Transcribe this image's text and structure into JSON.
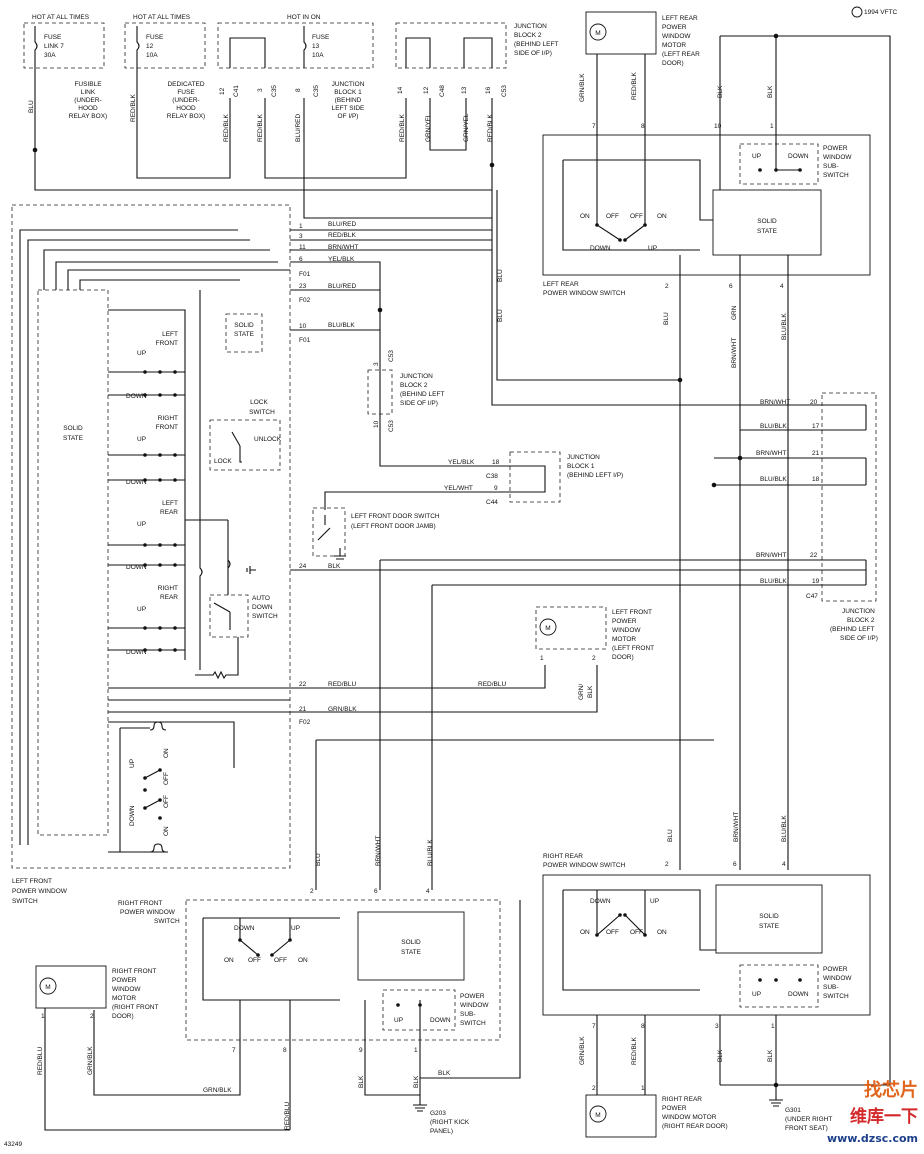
{
  "header": {
    "hot_at_all_times_1": "HOT AT ALL TIMES",
    "hot_at_all_times_2": "HOT AT ALL TIMES",
    "hot_in_on": "HOT IN ON",
    "copyright": "1994 VFTC"
  },
  "fuses": {
    "fl7": {
      "line1": "FUSE",
      "line2": "LINK 7",
      "line3": "30A",
      "desc": [
        "FUSIBLE",
        "LINK",
        "(UNDER-",
        "HOOD",
        "RELAY BOX)"
      ]
    },
    "f12": {
      "line1": "FUSE",
      "line2": "12",
      "line3": "10A",
      "desc": [
        "DEDICATED",
        "FUSE",
        "(UNDER-",
        "HOOD",
        "RELAY BOX)"
      ]
    },
    "f13": {
      "line1": "FUSE",
      "line2": "13",
      "line3": "10A"
    },
    "jb1_top": [
      "JUNCTION",
      "BLOCK 1",
      "(BEHIND",
      "LEFT SIDE",
      "OF I/P)"
    ],
    "jb2_top": [
      "JUNCTION",
      "BLOCK 2",
      "(BEHIND LEFT",
      "SIDE OF I/P)"
    ]
  },
  "top_connectors": {
    "c41": "C41",
    "c35a": "C35",
    "c35b": "C35",
    "c48": "C48",
    "c53": "C53",
    "pins": [
      "12",
      "3",
      "8",
      "14",
      "12",
      "13",
      "16"
    ],
    "wire_labels": [
      "BLU",
      "RED/BLK",
      "RED/BLK",
      "RED/BLK",
      "BLU/RED",
      "RED/BLK",
      "GRN/YEL",
      "GRN/YEL",
      "RED/BLK"
    ]
  },
  "left_front_switch": {
    "title": [
      "LEFT FRONT",
      "POWER WINDOW",
      "SWITCH"
    ],
    "solid_state": [
      "SOLID",
      "STATE"
    ],
    "solid_state_small": [
      "SOLID",
      "STATE"
    ],
    "groups": [
      {
        "name": [
          "LEFT",
          "FRONT"
        ],
        "up": "UP",
        "down": "DOWN"
      },
      {
        "name": [
          "RIGHT",
          "FRONT"
        ],
        "up": "UP",
        "down": "DOWN"
      },
      {
        "name": [
          "LEFT",
          "REAR"
        ],
        "up": "UP",
        "down": "DOWN"
      },
      {
        "name": [
          "RIGHT",
          "REAR"
        ],
        "up": "UP",
        "down": "DOWN"
      }
    ],
    "lock_switch": {
      "title": [
        "LOCK",
        "SWITCH"
      ],
      "unlock": "UNLOCK",
      "lock": "LOCK"
    },
    "auto_down": [
      "AUTO",
      "DOWN",
      "SWITCH"
    ],
    "main_sw": {
      "up": "UP",
      "down": "DOWN",
      "on1": "ON",
      "off1": "OFF",
      "off2": "OFF",
      "on2": "ON"
    },
    "pins": [
      {
        "pin": "1",
        "color": "BLU/RED"
      },
      {
        "pin": "3",
        "color": "RED/BLK"
      },
      {
        "pin": "11",
        "color": "BRN/WHT"
      },
      {
        "pin": "6",
        "color": "YEL/BLK"
      },
      {
        "pin": "23",
        "color": "BLU/RED"
      },
      {
        "pin": "10",
        "color": "BLU/BLK"
      },
      {
        "pin": "24",
        "color": "BLK"
      },
      {
        "pin": "22",
        "color": "RED/BLU"
      },
      {
        "pin": "21",
        "color": "GRN/BLK"
      }
    ],
    "connectors": [
      "F01",
      "F02",
      "F01",
      "F02"
    ]
  },
  "jb2_mid": {
    "label": [
      "JUNCTION",
      "BLOCK 2",
      "(BEHIND LEFT",
      "SIDE OF I/P)"
    ],
    "pin3": "3",
    "pin10": "10",
    "c53a": "C53",
    "c53b": "C53"
  },
  "jb1_mid": {
    "label": [
      "JUNCTION",
      "BLOCK 1",
      "(BEHIND LEFT I/P)"
    ],
    "pin18": "18",
    "pin9": "9",
    "c38": "C38",
    "c44": "C44",
    "yel_blk": "YEL/BLK",
    "yel_wht": "YEL/WHT"
  },
  "door_switch": [
    "LEFT FRONT DOOR SWITCH",
    "(LEFT FRONT DOOR JAMB)"
  ],
  "lf_motor": {
    "label": [
      "LEFT FRONT",
      "POWER",
      "WINDOW",
      "MOTOR",
      "(LEFT FRONT",
      "DOOR)"
    ],
    "pin2": "2",
    "pin1": "1",
    "wire1": "RED/BLU",
    "wire2": "GRN/",
    "wire3": "BLK"
  },
  "jb2_right": {
    "label": [
      "JUNCTION",
      "BLOCK 2",
      "(BEHIND LEFT",
      "SIDE OF I/P)"
    ],
    "rows": [
      {
        "color": "BRN/WHT",
        "pin": "20"
      },
      {
        "color": "BLU/BLK",
        "pin": "17"
      },
      {
        "color": "BRN/WHT",
        "pin": "21"
      },
      {
        "color": "BLU/BLK",
        "pin": "18"
      },
      {
        "color": "BRN/WHT",
        "pin": "22"
      },
      {
        "color": "BLU/BLK",
        "pin": "19"
      }
    ],
    "connector": "C47"
  },
  "lr_motor": {
    "label": [
      "LEFT REAR",
      "POWER",
      "WINDOW",
      "MOTOR",
      "(LEFT REAR",
      "DOOR)"
    ],
    "wires": [
      "GRN/BLK",
      "RED/BLK",
      "BLK",
      "BLK"
    ],
    "pins": [
      "7",
      "8",
      "10",
      "1"
    ]
  },
  "lr_switch": {
    "title": [
      "LEFT REAR",
      "POWER WINDOW SWITCH"
    ],
    "solid_state": [
      "SOLID",
      "STATE"
    ],
    "on1": "ON",
    "off1": "OFF",
    "off2": "OFF",
    "on2": "ON",
    "down": "DOWN",
    "up": "UP",
    "sub": {
      "title": [
        "POWER",
        "WINDOW",
        "SUB-",
        "SWITCH"
      ],
      "up": "UP",
      "down": "DOWN"
    },
    "pins_bottom": [
      "2",
      "6",
      "4"
    ],
    "wires_bottom": [
      "BLU",
      "GRN",
      "BRN/WHT",
      "BLU/BLK"
    ]
  },
  "rr_switch": {
    "title": [
      "RIGHT REAR",
      "POWER WINDOW SWITCH"
    ],
    "solid_state": [
      "SOLID",
      "STATE"
    ],
    "on1": "ON",
    "off1": "OFF",
    "off2": "OFF",
    "on2": "ON",
    "down": "DOWN",
    "up": "UP",
    "sub": {
      "title": [
        "POWER",
        "WINDOW",
        "SUB-",
        "SWITCH"
      ],
      "up": "UP",
      "down": "DOWN"
    },
    "pins_top": [
      "2",
      "6",
      "4"
    ],
    "wires_top": [
      "BLU",
      "BRN/WHT",
      "BLU/BLK"
    ],
    "pins_bottom": [
      "7",
      "8",
      "3",
      "1"
    ],
    "wires_bottom": [
      "GRN/BLK",
      "RED/BLK",
      "BLK",
      "BLK"
    ]
  },
  "rr_motor": {
    "label": [
      "RIGHT REAR",
      "POWER",
      "WINDOW MOTOR",
      "(RIGHT REAR DOOR)"
    ],
    "pins": [
      "2",
      "1"
    ]
  },
  "rf_switch": {
    "title": [
      "RIGHT FRONT",
      "POWER WINDOW",
      "SWITCH"
    ],
    "solid_state": [
      "SOLID",
      "STATE"
    ],
    "down": "DOWN",
    "up": "UP",
    "on1": "ON",
    "off1": "OFF",
    "off2": "OFF",
    "on2": "ON",
    "sub": {
      "title": [
        "POWER",
        "WINDOW",
        "SUB-",
        "SWITCH"
      ],
      "up": "UP",
      "down": "DOWN"
    },
    "pins_top": [
      "2",
      "6",
      "4"
    ],
    "wires_top": [
      "BLU",
      "BRN/WHT",
      "BLU/BLK"
    ],
    "pins_bottom": [
      "7",
      "8",
      "9",
      "1"
    ],
    "wires_bottom": [
      "GRN/BLK",
      "RED/BLU",
      "BLK",
      "BLK"
    ]
  },
  "rf_motor": {
    "label": [
      "RIGHT FRONT",
      "POWER",
      "WINDOW",
      "MOTOR",
      "(RIGHT FRONT",
      "DOOR)"
    ],
    "pins": [
      "1",
      "2"
    ],
    "wires": [
      "RED/BLU",
      "GRN/BLK"
    ]
  },
  "grounds": {
    "g203": {
      "id": "G203",
      "desc": [
        "(RIGHT KICK",
        "PANEL)"
      ]
    },
    "g301": {
      "id": "G301",
      "desc": [
        "(UNDER RIGHT",
        "FRONT SEAT)"
      ]
    },
    "blk": "BLK"
  },
  "footer_code": "43249",
  "watermark": {
    "line1": "找芯片",
    "line2": "维库一下",
    "site": "www.dzsc.com"
  }
}
